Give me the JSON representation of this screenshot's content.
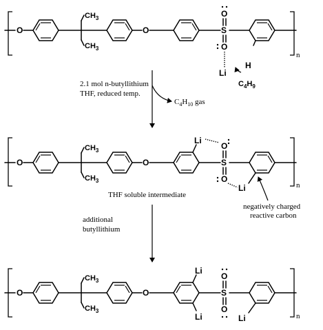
{
  "step1": {
    "reagent_line1": "2.1 mol n-butyllithium",
    "reagent_line2": "THF, reduced temp.",
    "byproduct": "C",
    "byproduct_sub1": "4",
    "byproduct_H": "H",
    "byproduct_sub2": "10",
    "byproduct_gas": " gas"
  },
  "step2": {
    "reagent_line1": "additional",
    "reagent_line2": "butyllithium"
  },
  "labels": {
    "intermediate": "THF soluble intermediate",
    "reactive_carbon_line1": "negatively charged",
    "reactive_carbon_line2": "reactive carbon",
    "repeat_index": "n"
  },
  "atoms": {
    "oxygen": "O",
    "sulfur": "S",
    "lithium": "Li",
    "hydrogen": "H",
    "methyl": "CH",
    "methyl_sub": "3",
    "butyl_C": "C",
    "butyl_sub1": "4",
    "butyl_H": "H",
    "butyl_sub2": "9"
  }
}
